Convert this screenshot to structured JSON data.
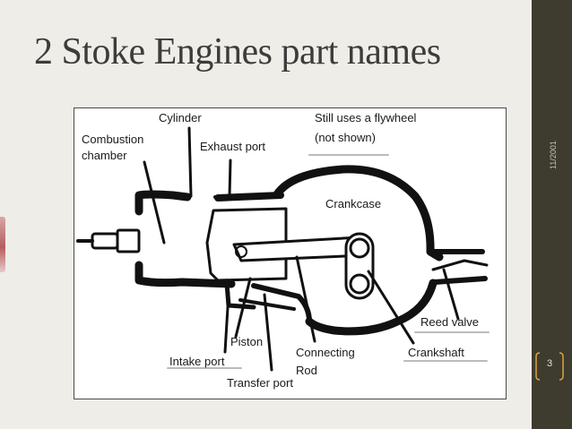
{
  "slide": {
    "title": "2 Stoke Engines part names",
    "date": "11/2001",
    "page_number": "3"
  },
  "diagram": {
    "labels": {
      "cylinder": "Cylinder",
      "combustion_chamber_line1": "Combustion",
      "combustion_chamber_line2": "chamber",
      "exhaust_port": "Exhaust port",
      "flywheel_line1": "Still uses a flywheel",
      "flywheel_line2": "(not shown)",
      "crankcase": "Crankcase",
      "reed_valve": "Reed valve",
      "piston": "Piston",
      "intake_port": "Intake port",
      "connecting_rod_line1": "Connecting",
      "connecting_rod_line2": "Rod",
      "crankshaft": "Crankshaft",
      "transfer_port": "Transfer port"
    }
  }
}
